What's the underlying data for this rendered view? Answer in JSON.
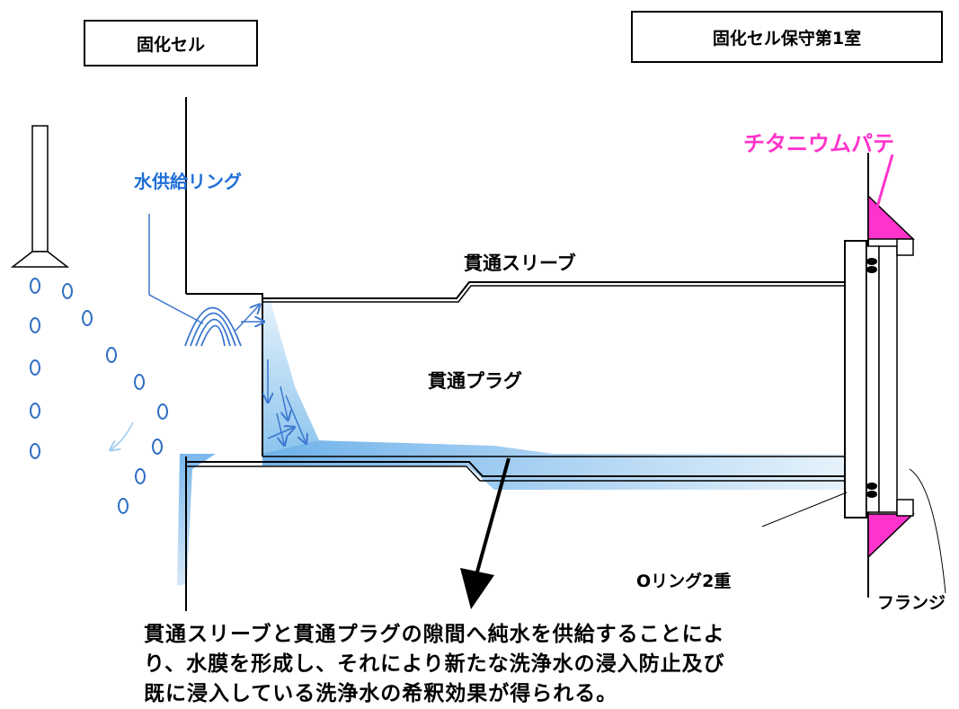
{
  "header": {
    "cell_label": "固化セル",
    "maintenance_room_label": "固化セル保守第1室"
  },
  "labels": {
    "titanium_putty": "チタニウムパテ",
    "water_supply_ring": "水供給リング",
    "sleeve": "貫通スリーブ",
    "plug": "貫通プラグ",
    "o_ring": "Oリング2重",
    "flange": "フランジ"
  },
  "caption": {
    "line1": "貫通スリーブと貫通プラグの隙間へ純水を供給することによ",
    "line2": "り、水膜を形成し、それにより新たな洗浄水の浸入防止及び",
    "line3": "既に浸入している洗浄水の希釈効果が得られる。"
  },
  "colors": {
    "putty": "#ff33cc",
    "water_label": "#1f6fd6",
    "water_light": "#cfe4f7",
    "water_mid": "#8cc4ee",
    "drop": "#2f6ec4",
    "outline": "#000000"
  },
  "icons": [
    "spray-nozzle-icon",
    "water-droplet-icon",
    "flow-arrow-icon",
    "o-ring-icon"
  ]
}
